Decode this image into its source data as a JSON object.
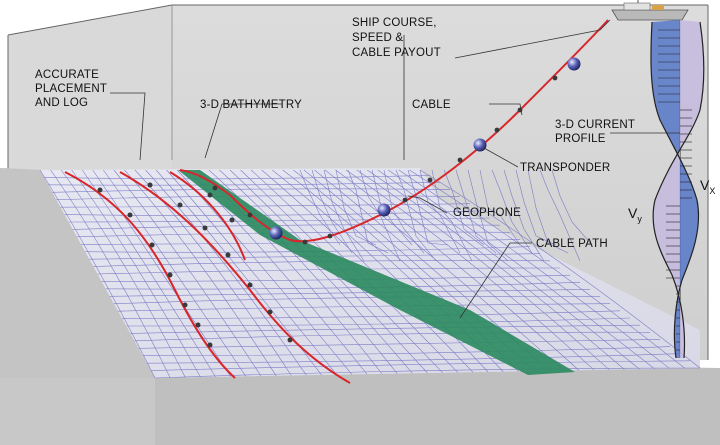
{
  "labels": {
    "ship": [
      "SHIP COURSE,",
      "SPEED &",
      "CABLE PAYOUT"
    ],
    "placement": [
      "ACCURATE",
      "PLACEMENT",
      "AND LOG"
    ],
    "bathymetry": "3-D BATHYMETRY",
    "cable": "CABLE",
    "current": [
      "3-D CURRENT",
      "PROFILE"
    ],
    "transponder": "TRANSPONDER",
    "geophone": "GEOPHONE",
    "cable_path": "CABLE PATH",
    "vx": "V",
    "vx_sub": "X",
    "vy": "V",
    "vy_sub": "y"
  },
  "colors": {
    "sky_box": "#d4d4d4",
    "ground_side": "#c9c9c9",
    "mesh": "#6c6cc0",
    "cable": "#d8262a",
    "cable_path_band": "#2e8b62",
    "current_fill": "#5577c8",
    "current_fill_light": "#c4b8de"
  }
}
